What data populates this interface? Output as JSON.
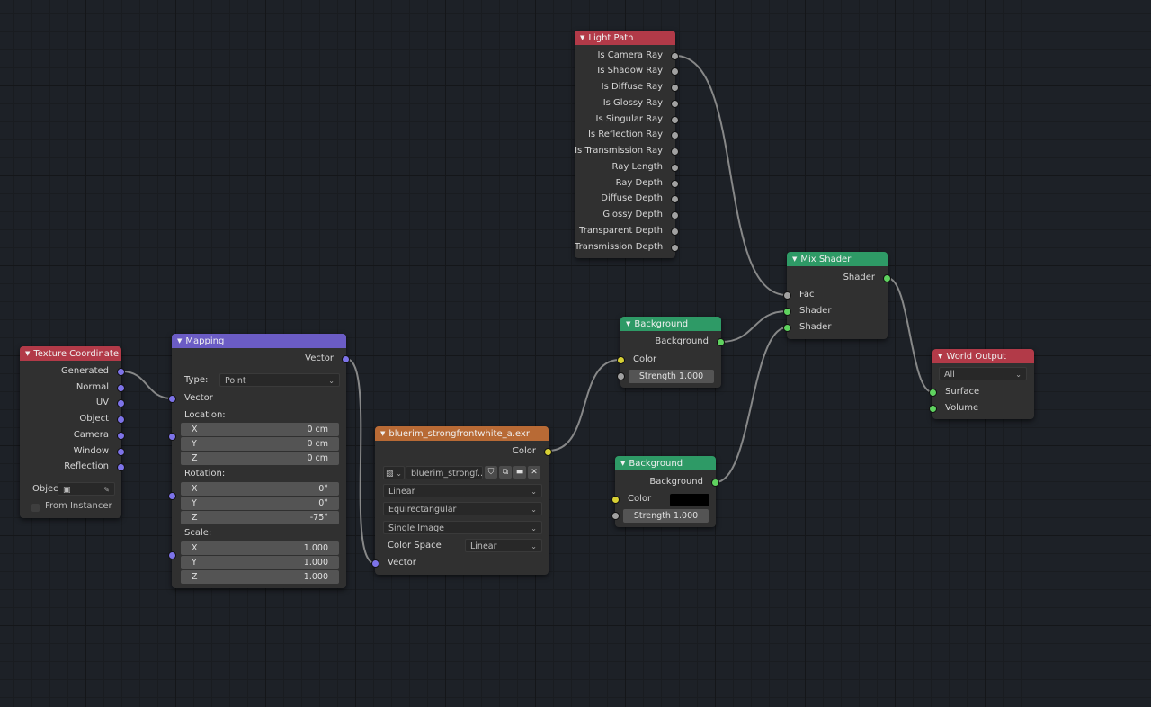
{
  "nodes": {
    "texcoord": {
      "title": "Texture Coordinate",
      "outputs": [
        "Generated",
        "Normal",
        "UV",
        "Object",
        "Camera",
        "Window",
        "Reflection"
      ],
      "object_label": "Objec",
      "from_instancer": "From Instancer"
    },
    "mapping": {
      "title": "Mapping",
      "output": "Vector",
      "type_label": "Type:",
      "type_value": "Point",
      "input_vector": "Vector",
      "location_label": "Location:",
      "location": [
        [
          "X",
          "0 cm"
        ],
        [
          "Y",
          "0 cm"
        ],
        [
          "Z",
          "0 cm"
        ]
      ],
      "rotation_label": "Rotation:",
      "rotation": [
        [
          "X",
          "0°"
        ],
        [
          "Y",
          "0°"
        ],
        [
          "Z",
          "-75°"
        ]
      ],
      "scale_label": "Scale:",
      "scale": [
        [
          "X",
          "1.000"
        ],
        [
          "Y",
          "1.000"
        ],
        [
          "Z",
          "1.000"
        ]
      ]
    },
    "image": {
      "title": "bluerim_strongfrontwhite_a.exr",
      "output": "Color",
      "image_name": "bluerim_strongf...",
      "interpolation": "Linear",
      "projection": "Equirectangular",
      "source": "Single Image",
      "color_space_label": "Color Space",
      "color_space": "Linear",
      "input_vector": "Vector"
    },
    "lightpath": {
      "title": "Light Path",
      "outputs": [
        "Is Camera Ray",
        "Is Shadow Ray",
        "Is Diffuse Ray",
        "Is Glossy Ray",
        "Is Singular Ray",
        "Is Reflection Ray",
        "Is Transmission Ray",
        "Ray Length",
        "Ray Depth",
        "Diffuse Depth",
        "Glossy Depth",
        "Transparent Depth",
        "Transmission Depth"
      ]
    },
    "bg1": {
      "title": "Background",
      "output": "Background",
      "color_label": "Color",
      "strength": "Strength  1.000"
    },
    "bg2": {
      "title": "Background",
      "output": "Background",
      "color_label": "Color",
      "strength": "Strength  1.000"
    },
    "mix": {
      "title": "Mix Shader",
      "output": "Shader",
      "inputs": [
        "Fac",
        "Shader",
        "Shader"
      ]
    },
    "worldout": {
      "title": "World Output",
      "target": "All",
      "inputs": [
        "Surface",
        "Volume"
      ]
    }
  },
  "colors": {
    "background": "#1d2127",
    "node_body": "#303030",
    "header_input": "#b23a48",
    "header_vector": "#6b5cc5",
    "header_texture": "#b86a35",
    "header_shader": "#2e9a66",
    "socket_vector": "#7d73e8",
    "socket_float": "#a1a1a1",
    "socket_color": "#d8d034",
    "socket_shader": "#5fd25f"
  }
}
